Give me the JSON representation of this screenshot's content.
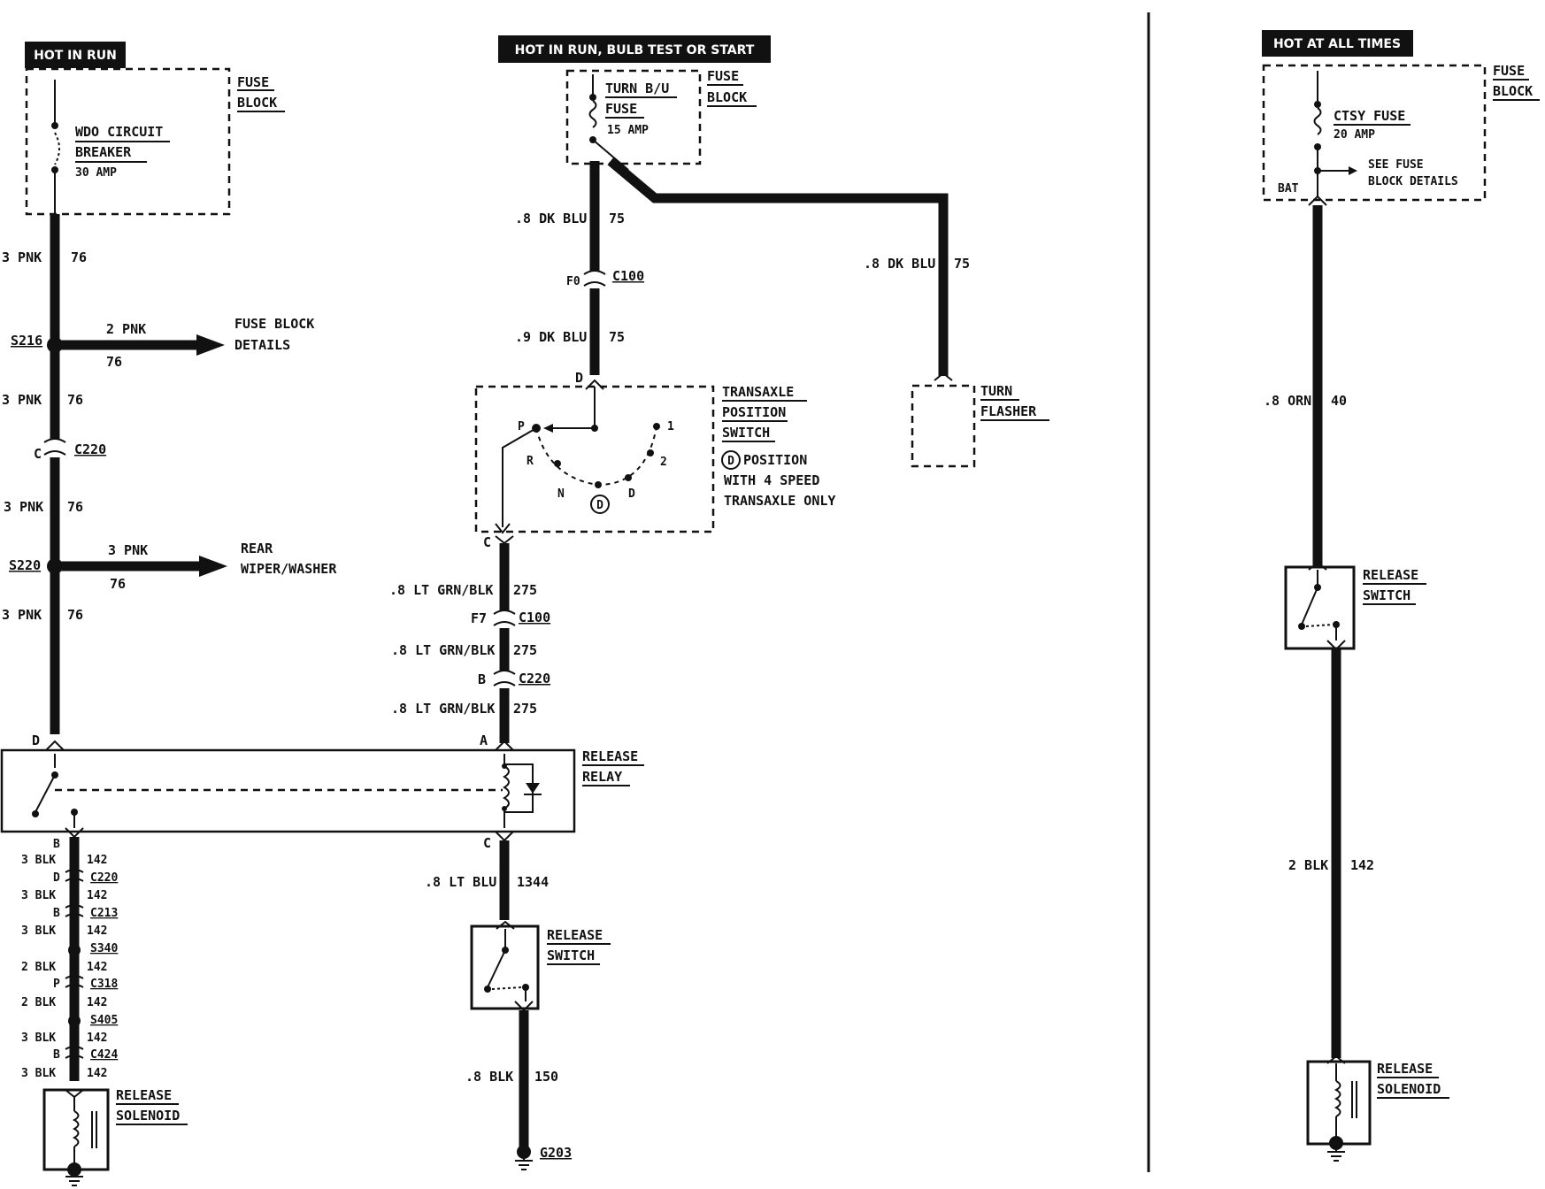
{
  "banners": {
    "hot_in_run": "HOT IN RUN",
    "hot_in_run_bulb": "HOT IN RUN, BULB TEST OR START",
    "hot_at_all_times": "HOT AT ALL TIMES"
  },
  "left": {
    "fuse_block_1": "FUSE",
    "fuse_block_2": "BLOCK",
    "breaker_1": "WDO CIRCUIT",
    "breaker_2": "BREAKER",
    "breaker_amp": "30 AMP",
    "w1_gauge": "3 PNK",
    "w1_circ": "76",
    "s216": "S216",
    "s216_gauge": "2 PNK",
    "s216_circ": "76",
    "s216_dest_1": "FUSE BLOCK",
    "s216_dest_2": "DETAILS",
    "w2_gauge": "3 PNK",
    "w2_circ": "76",
    "c220_pin": "C",
    "c220": "C220",
    "w3_gauge": "3 PNK",
    "w3_circ": "76",
    "s220": "S220",
    "s220_gauge": "3 PNK",
    "s220_circ": "76",
    "s220_dest_1": "REAR",
    "s220_dest_2": "WIPER/WASHER",
    "w4_gauge": "3 PNK",
    "w4_circ": "76",
    "pin_d": "D",
    "pin_b": "B",
    "chain": [
      {
        "gauge": "3 BLK",
        "circ": "142",
        "pin": "D",
        "conn": "C220"
      },
      {
        "gauge": "3 BLK",
        "circ": "142",
        "pin": "B",
        "conn": "C213"
      },
      {
        "gauge": "3 BLK",
        "circ": "142",
        "pin": "",
        "conn": "S340"
      },
      {
        "gauge": "2 BLK",
        "circ": "142",
        "pin": "P",
        "conn": "C318"
      },
      {
        "gauge": "2 BLK",
        "circ": "142",
        "pin": "",
        "conn": "S405"
      },
      {
        "gauge": "3 BLK",
        "circ": "142",
        "pin": "B",
        "conn": "C424"
      },
      {
        "gauge": "3 BLK",
        "circ": "142",
        "pin": "",
        "conn": ""
      }
    ],
    "solenoid_1": "RELEASE",
    "solenoid_2": "SOLENOID"
  },
  "middle": {
    "fuse_1": "TURN B/U",
    "fuse_2": "FUSE",
    "fuse_amp": "15 AMP",
    "fuse_block_1": "FUSE",
    "fuse_block_2": "BLOCK",
    "w1_gauge": ".8 DK BLU",
    "w1_circ": "75",
    "c100_pin": "F0",
    "c100": "C100",
    "w2_gauge": ".9 DK BLU",
    "w2_circ": "75",
    "flasher_gauge": ".8 DK BLU",
    "flasher_circ": "75",
    "flasher_1": "TURN",
    "flasher_2": "FLASHER",
    "pin_d": "D",
    "tps_1": "TRANSAXLE",
    "tps_2": "POSITION",
    "tps_3": "SWITCH",
    "tps_note_1": "POSITION",
    "tps_note_2": "WITH 4 SPEED",
    "tps_note_3": "TRANSAXLE ONLY",
    "tps_note_circle": "D",
    "pos_p": "P",
    "pos_r": "R",
    "pos_n": "N",
    "pos_d": "D",
    "pos_d_circle": "D",
    "pos_2": "2",
    "pos_1": "1",
    "pin_c": "C",
    "w3_gauge": ".8 LT GRN/BLK",
    "w3_circ": "275",
    "c100b_pin": "F7",
    "c100b": "C100",
    "w4_gauge": ".8 LT GRN/BLK",
    "w4_circ": "275",
    "c220_pin": "B",
    "c220": "C220",
    "w5_gauge": ".8 LT GRN/BLK",
    "w5_circ": "275",
    "pin_a": "A",
    "relay_1": "RELEASE",
    "relay_2": "RELAY",
    "pin_c2": "C",
    "w6_gauge": ".8 LT BLU",
    "w6_circ": "1344",
    "switch_1": "RELEASE",
    "switch_2": "SWITCH",
    "w7_gauge": ".8 BLK",
    "w7_circ": "150",
    "ground": "G203"
  },
  "right": {
    "fuse_block_1": "FUSE",
    "fuse_block_2": "BLOCK",
    "fuse_1": "CTSY FUSE",
    "fuse_amp": "20 AMP",
    "see_1": "SEE FUSE",
    "see_2": "BLOCK DETAILS",
    "bat": "BAT",
    "w1_gauge": ".8 ORN",
    "w1_circ": "40",
    "switch_1": "RELEASE",
    "switch_2": "SWITCH",
    "w2_gauge": "2 BLK",
    "w2_circ": "142",
    "solenoid_1": "RELEASE",
    "solenoid_2": "SOLENOID"
  }
}
